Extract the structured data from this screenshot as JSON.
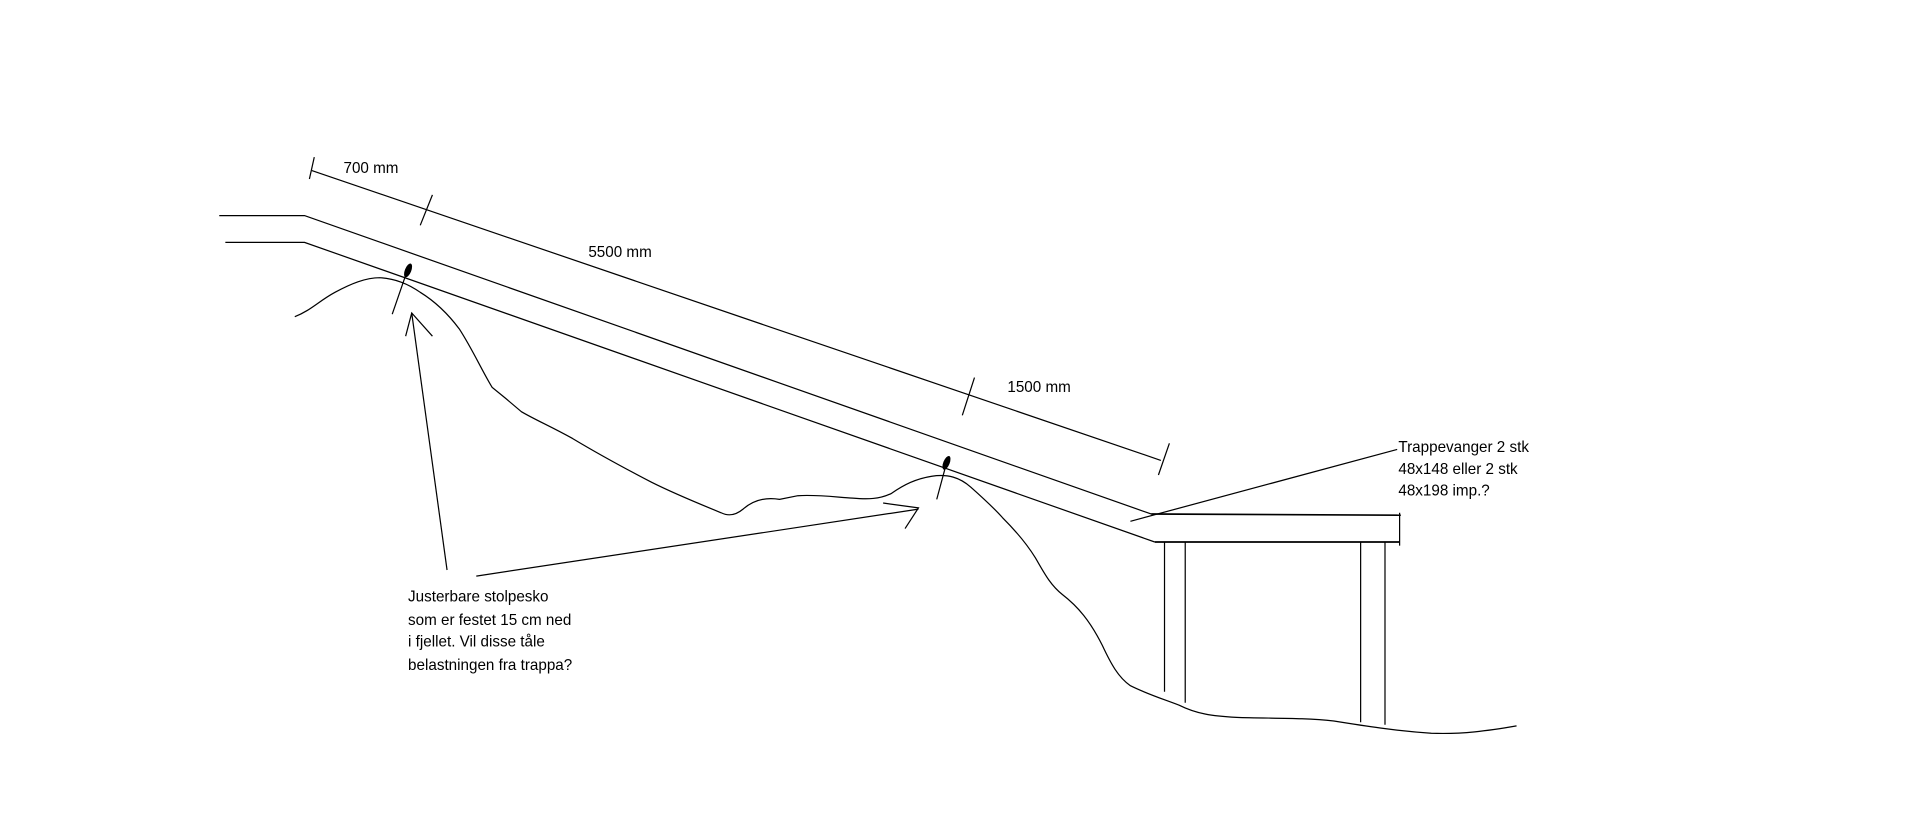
{
  "diagram": {
    "dimensions": {
      "segment_1": "700 mm",
      "segment_2": "5500 mm",
      "segment_3": "1500 mm"
    },
    "stringer_note": [
      "Trappevanger 2 stk",
      "48x148 eller 2 stk",
      "48x198 imp.?"
    ],
    "footing_note": [
      "Justerbare stolpesko",
      "som er festet 15 cm ned",
      "i fjellet. Vil disse tåle",
      "belastningen fra trappa?"
    ],
    "colors": {
      "ink": "#000000",
      "background": "#ffffff"
    }
  }
}
